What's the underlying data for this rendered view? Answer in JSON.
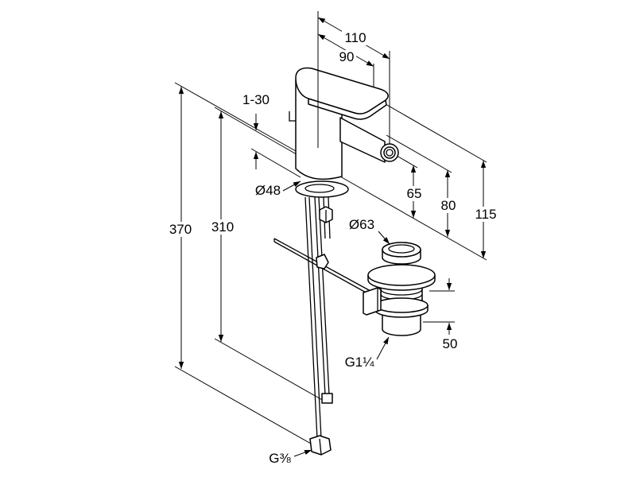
{
  "dimensions": {
    "width_110": "110",
    "width_90": "90",
    "adjust_1_30": "1-30",
    "height_370": "370",
    "height_310": "310",
    "base_diameter": "Ø48",
    "height_65": "65",
    "height_80": "80",
    "height_115": "115",
    "drain_diameter": "Ø63",
    "drain_height": "50",
    "drain_thread": "G1¼",
    "hose_thread": "G⅜"
  },
  "colors": {
    "line": "#000000",
    "background": "#ffffff"
  }
}
